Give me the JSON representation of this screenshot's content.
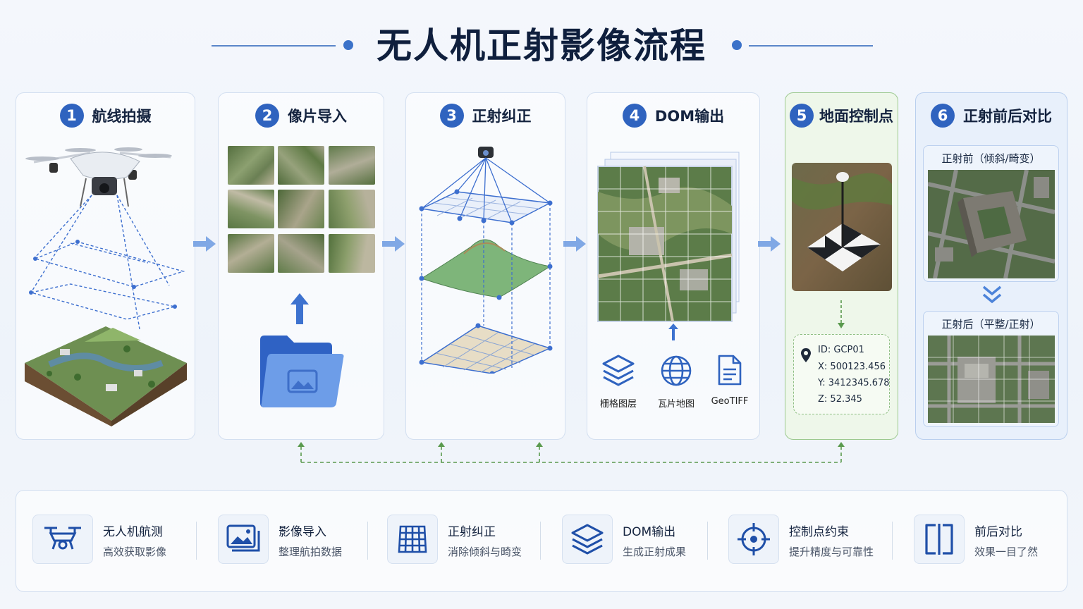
{
  "header": {
    "title": "无人机正射影像流程"
  },
  "steps": [
    {
      "num": "1",
      "title": "航线拍摄"
    },
    {
      "num": "2",
      "title": "像片导入"
    },
    {
      "num": "3",
      "title": "正射纠正"
    },
    {
      "num": "4",
      "title": "DOM输出"
    },
    {
      "num": "5",
      "title": "地面控制点"
    },
    {
      "num": "6",
      "title": "正射前后对比"
    }
  ],
  "dom_outputs": [
    "栅格图层",
    "瓦片地图",
    "GeoTIFF"
  ],
  "gcp": {
    "id": "ID:  GCP01",
    "x": "X:  500123.456",
    "y": "Y:  3412345.678",
    "z": "Z:  52.345"
  },
  "comparison": {
    "before_label": "正射前（倾斜/畸变）",
    "after_label": "正射后（平整/正射）"
  },
  "features": [
    {
      "title": "无人机航测",
      "subtitle": "高效获取影像",
      "icon": "drone-icon"
    },
    {
      "title": "影像导入",
      "subtitle": "整理航拍数据",
      "icon": "image-icon"
    },
    {
      "title": "正射纠正",
      "subtitle": "消除倾斜与畸变",
      "icon": "grid-icon"
    },
    {
      "title": "DOM输出",
      "subtitle": "生成正射成果",
      "icon": "layers-icon"
    },
    {
      "title": "控制点约束",
      "subtitle": "提升精度与可靠性",
      "icon": "target-icon"
    },
    {
      "title": "前后对比",
      "subtitle": "效果一目了然",
      "icon": "compare-icon"
    }
  ],
  "colors": {
    "accent": "#2f63bf",
    "green": "#5a9a4e",
    "title": "#0f1f3d"
  }
}
